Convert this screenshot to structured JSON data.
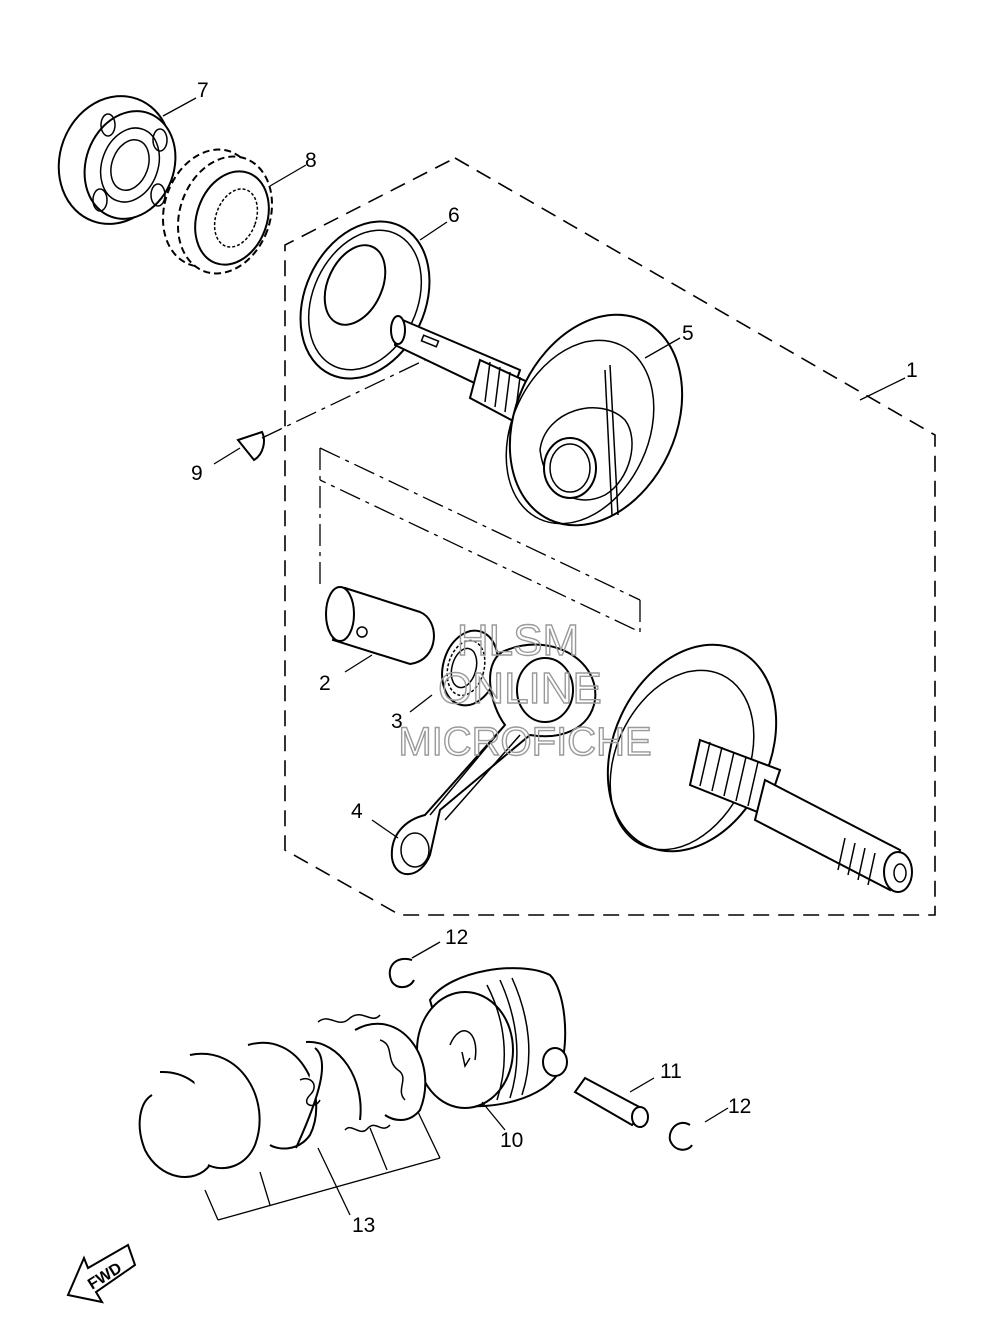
{
  "callouts": {
    "c1": "1",
    "c2": "2",
    "c3": "3",
    "c4": "4",
    "c5": "5",
    "c6": "6",
    "c7": "7",
    "c8": "8",
    "c9": "9",
    "c10": "10",
    "c11": "11",
    "c12a": "12",
    "c12b": "12",
    "c13": "13"
  },
  "watermark": {
    "line1": "HLSM",
    "line2": "ONLINE",
    "line3": "MICROFICHE"
  },
  "fwd_label": "FWD"
}
